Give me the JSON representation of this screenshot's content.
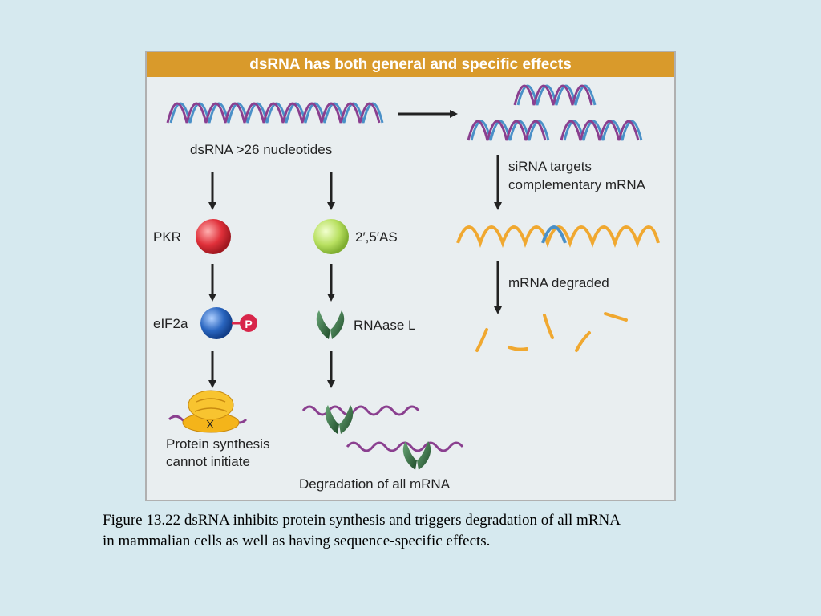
{
  "title": "dsRNA has both general and specific effects",
  "labels": {
    "dsrna": "dsRNA >26 nucleotides",
    "pkr": "PKR",
    "as25": "2′,5′AS",
    "eif2a": "eIF2a",
    "phospho": "P",
    "rnaase": "RNAase L",
    "x_mark": "X",
    "protein_line1": "Protein synthesis",
    "protein_line2": "cannot initiate",
    "degradation": "Degradation of all mRNA",
    "sirna_line1": "siRNA targets",
    "sirna_line2": "complementary mRNA",
    "mrna_degraded": "mRNA degraded"
  },
  "caption": {
    "line1": "Figure 13.22  dsRNA inhibits protein synthesis and triggers degradation of all mRNA",
    "line2": "in mammalian cells as well as having sequence-specific effects."
  },
  "colors": {
    "background": "#d6e9ef",
    "panel": "#e9eef0",
    "header": "#d99a2b",
    "strand_purple": "#8a3f8f",
    "strand_blue": "#4a90c8",
    "mrna_orange": "#f0a830",
    "pkr_red": "#e0303a",
    "as_green": "#b8e060",
    "eif_blue": "#2a66c0",
    "phospho_red": "#d8264a",
    "rnaase_green": "#2e6a3a",
    "ribosome_gold": "#f4b41a"
  }
}
